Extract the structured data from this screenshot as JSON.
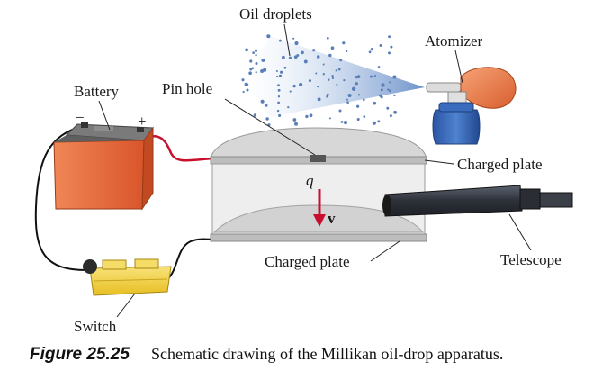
{
  "labels": {
    "oil_droplets": "Oil droplets",
    "atomizer": "Atomizer",
    "battery": "Battery",
    "minus": "−",
    "plus": "+",
    "pin_hole": "Pin hole",
    "charged_plate_top": "Charged plate",
    "charge_q": "q",
    "velocity_v": "v",
    "charged_plate_bottom": "Charged plate",
    "telescope": "Telescope",
    "switch": "Switch"
  },
  "caption": {
    "figure_label": "Figure 25.25",
    "text": "Schematic drawing of the Millikan oil-drop apparatus."
  },
  "colors": {
    "battery_body": "#e86a3c",
    "battery_top": "#6b6b6b",
    "wire_red": "#c8102e",
    "arrow_red": "#c8102e",
    "chamber_fill": "#e2e2e2",
    "spray_blue": "#5b86c4",
    "bottle_blue": "#2f5fb0",
    "bulb_orange": "#e8794a",
    "switch_yellow": "#f2d23c",
    "telescope_dark": "#3a3f48"
  }
}
